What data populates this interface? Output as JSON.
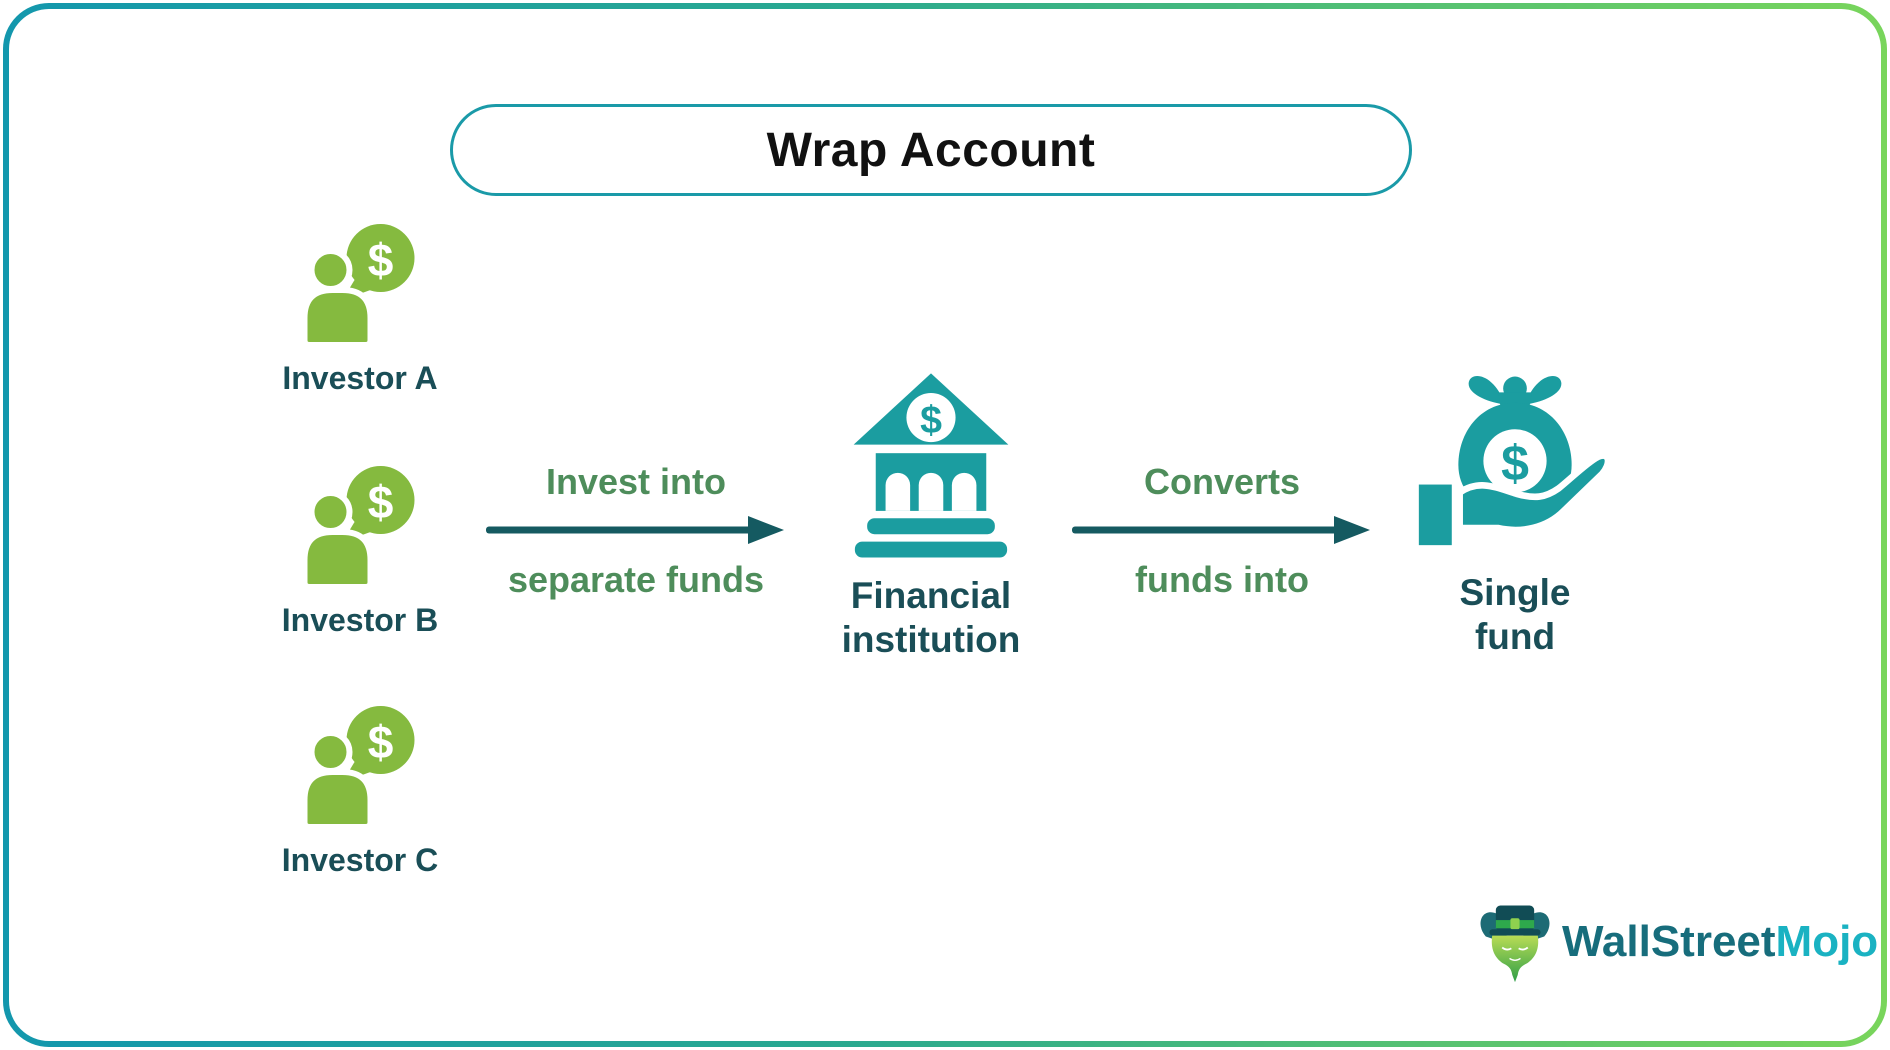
{
  "title": "Wrap Account",
  "glyphs": {
    "dollar": "$"
  },
  "colors": {
    "frame_gradient_start": "#1397ad",
    "frame_gradient_end": "#79d55b",
    "title_border": "#1a9aa8",
    "title_text": "#111111",
    "investor_green": "#85ba3f",
    "institution_teal": "#1b9da0",
    "node_label_dark_teal": "#1a4e57",
    "flow_label_green": "#4e8d5b",
    "arrow_dark_teal": "#155a61",
    "logo_primary": "#176d7c",
    "logo_accent": "#1ab2c2"
  },
  "investors": [
    {
      "label": "Investor A"
    },
    {
      "label": "Investor B"
    },
    {
      "label": "Investor C"
    }
  ],
  "flow": {
    "arrow1": {
      "label_top": "Invest into",
      "label_bottom": "separate funds"
    },
    "institution": {
      "line1": "Financial",
      "line2": "institution"
    },
    "arrow2": {
      "label_top": "Converts",
      "label_bottom": "funds into"
    },
    "fund": {
      "line1": "Single",
      "line2": "fund"
    }
  },
  "logo": {
    "primary": "WallStreet",
    "accent": "Mojo"
  }
}
